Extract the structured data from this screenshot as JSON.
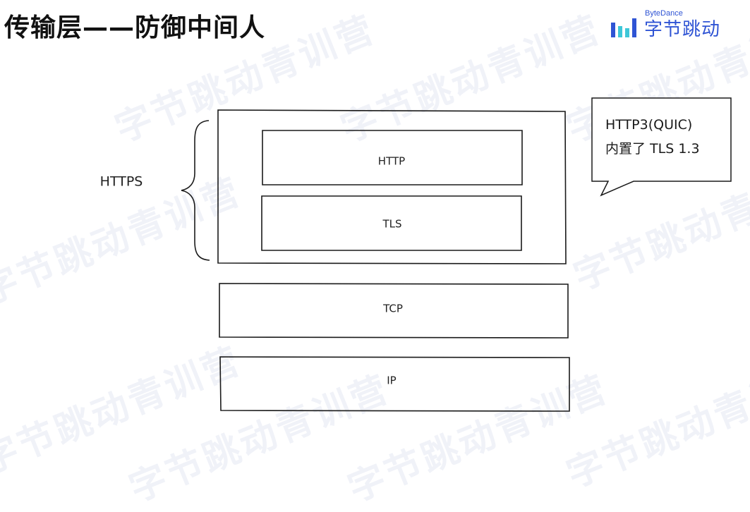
{
  "page": {
    "title": "传输层——防御中间人"
  },
  "brand": {
    "small_text": "ByteDance",
    "name": "字节跳动",
    "color": "#2f54d4",
    "logo_icon": "bytedance-logo-icon"
  },
  "watermark": {
    "text": "字节跳动青训营"
  },
  "diagram": {
    "bracket_label": "HTTPS",
    "layers": [
      {
        "id": "http",
        "label": "HTTP"
      },
      {
        "id": "tls",
        "label": "TLS"
      },
      {
        "id": "tcp",
        "label": "TCP"
      },
      {
        "id": "ip",
        "label": "IP"
      }
    ],
    "callout": {
      "line1": "HTTP3(QUIC)",
      "line2": "内置了  TLS 1.3"
    }
  }
}
